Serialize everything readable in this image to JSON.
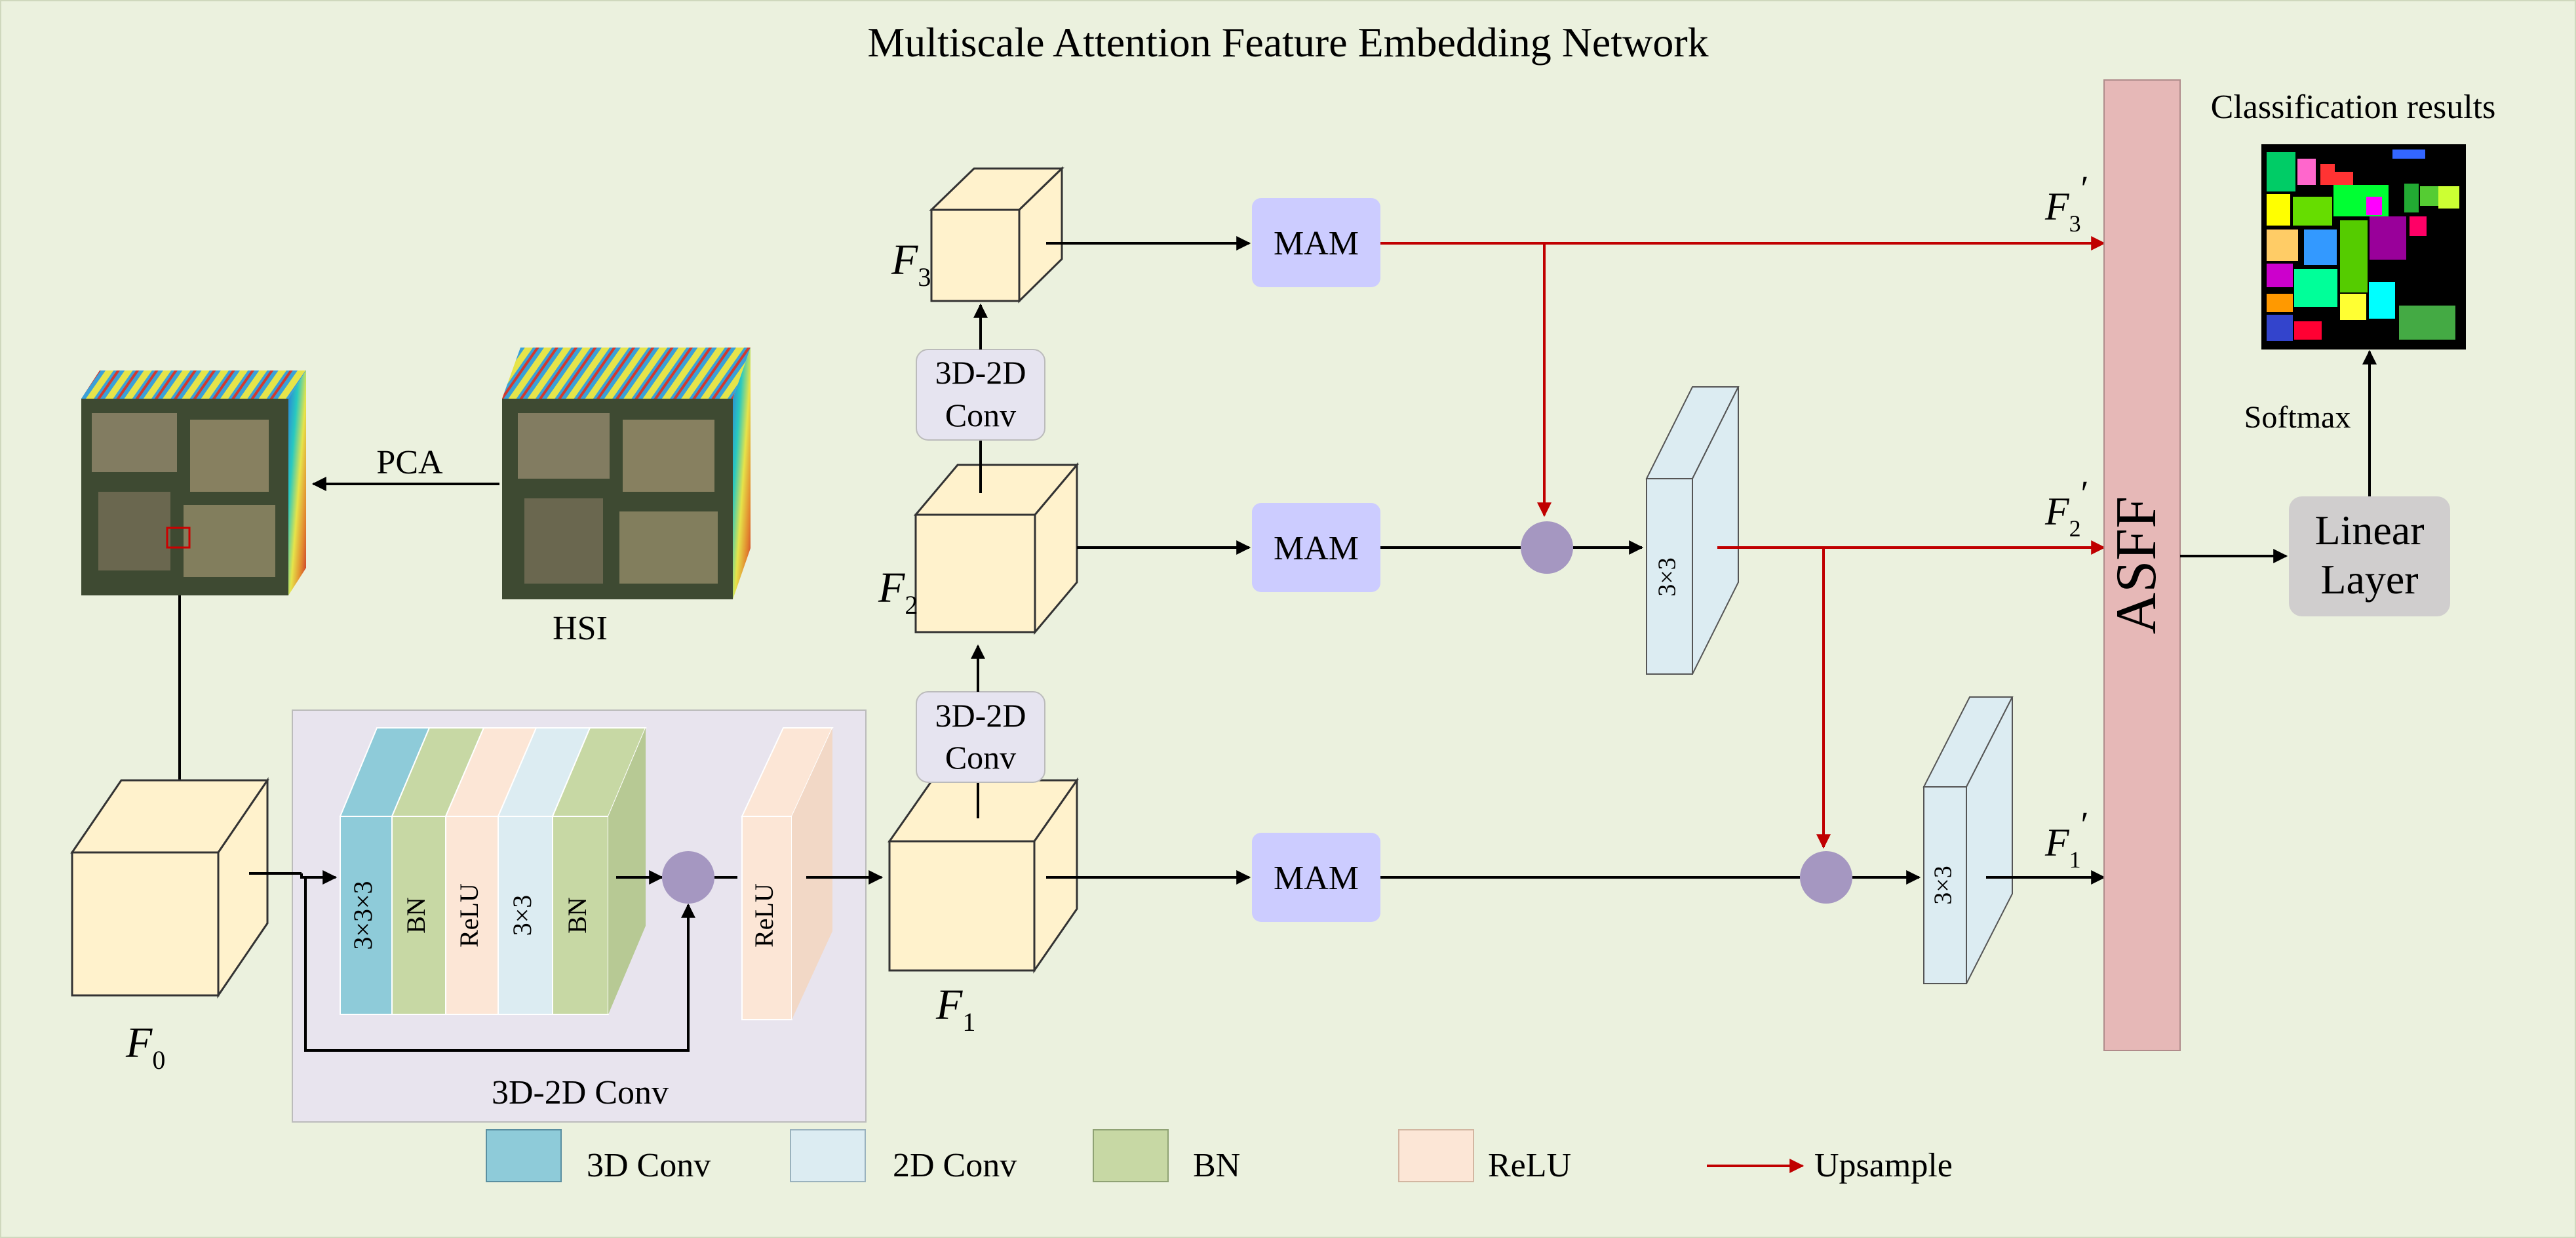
{
  "title": "Multiscale Attention Feature Embedding Network",
  "labels": {
    "pca": "PCA",
    "hsi": "HSI",
    "f0": "F",
    "f0_sub": "0",
    "f1": "F",
    "f1_sub": "1",
    "f2": "F",
    "f2_sub": "2",
    "f3": "F",
    "f3_sub": "3",
    "f1p": "F",
    "f1p_sub": "1",
    "f2p": "F",
    "f2p_sub": "2",
    "f3p": "F",
    "f3p_sub": "3",
    "prime": "′",
    "conv_block_title": "3D-2D Conv",
    "conv_a_line1": "3D-2D",
    "conv_a_line2": "Conv",
    "conv_b_line1": "3D-2D",
    "conv_b_line2": "Conv",
    "layer_3x3x3": "3×3×3",
    "layer_bn1": "BN",
    "layer_relu1": "ReLU",
    "layer_3x3": "3×3",
    "layer_bn2": "BN",
    "layer_relu2": "ReLU",
    "mam1": "MAM",
    "mam2": "MAM",
    "mam3": "MAM",
    "k2": "3×3",
    "k1": "3×3",
    "asff": "ASFF",
    "linear_line1": "Linear",
    "linear_line2": "Layer",
    "softmax": "Softmax",
    "classification": "Classification results"
  },
  "legend": [
    {
      "label": "3D Conv",
      "color": "#8ecbd9"
    },
    {
      "label": "2D Conv",
      "color": "#dcecf2"
    },
    {
      "label": "BN",
      "color": "#c7d8a4"
    },
    {
      "label": "ReLU",
      "color": "#fce6d6"
    },
    {
      "label": "Upsample",
      "color": "#c00000"
    }
  ],
  "colors": {
    "background": "#ebf1de",
    "feature_cube": "#fff2cc",
    "mam": "#ccccff",
    "asff": "#e6b8b7",
    "linear": "#d0cece",
    "sum_node": "#a597c1",
    "upsample_arrow": "#c00000",
    "conv_panel": "#e8e4ee"
  }
}
